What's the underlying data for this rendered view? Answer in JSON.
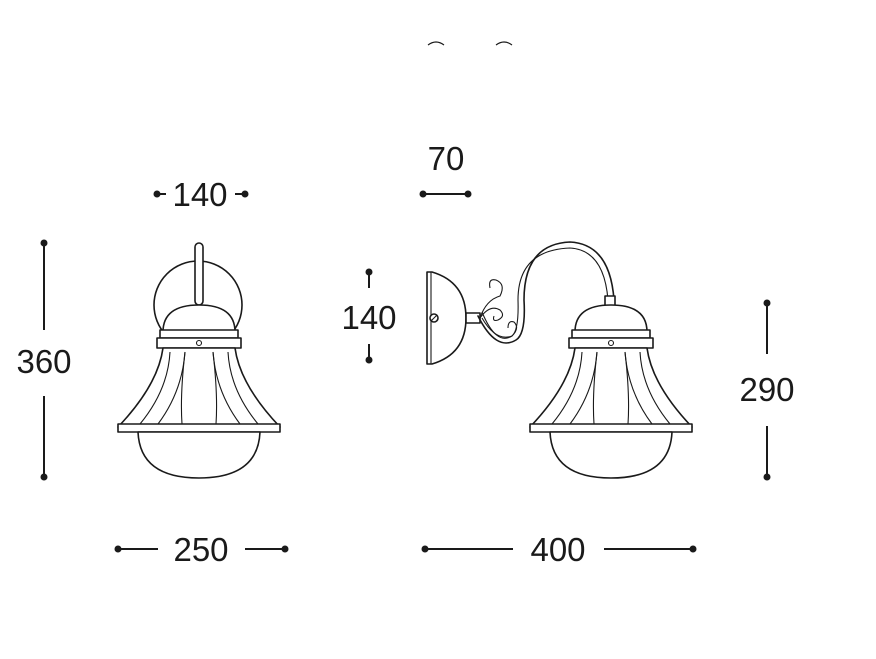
{
  "dimensions": {
    "front_top_width": "140",
    "side_depth": "70",
    "front_height": "360",
    "backplate_height": "140",
    "side_height": "290",
    "front_base_width": "250",
    "side_projection": "400"
  }
}
